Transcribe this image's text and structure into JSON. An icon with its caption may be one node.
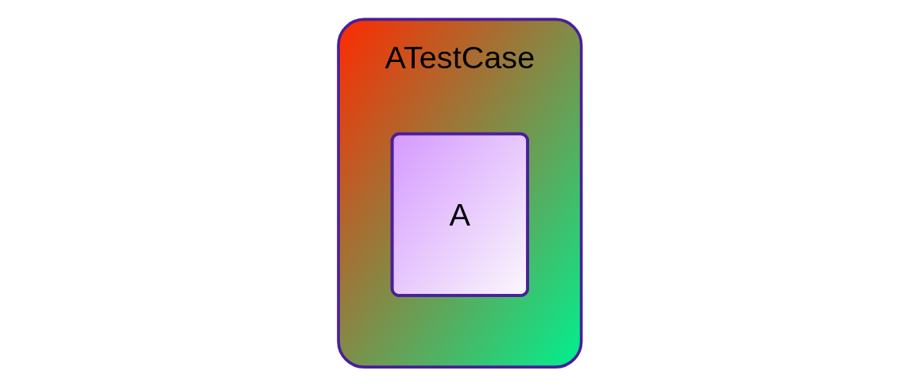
{
  "diagram": {
    "nodes": [
      {
        "text": [
          "ATestCase"
        ]
      },
      {
        "text": [
          "A"
        ],
        "in": 0
      }
    ]
  }
}
